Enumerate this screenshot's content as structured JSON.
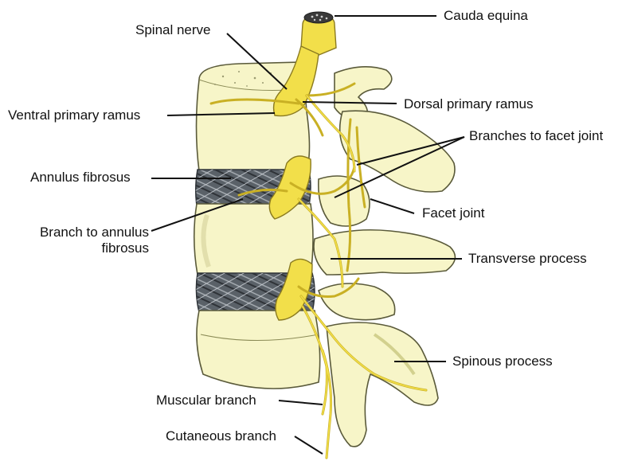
{
  "labels": {
    "cauda_equina": "Cauda equina",
    "spinal_nerve": "Spinal nerve",
    "ventral_primary_ramus": "Ventral primary ramus",
    "dorsal_primary_ramus": "Dorsal primary ramus",
    "branches_to_facet_joint": "Branches to facet joint",
    "annulus_fibrosus": "Annulus fibrosus",
    "facet_joint": "Facet joint",
    "branch_to_annulus_fibrosus": "Branch to annulus fibrosus",
    "transverse_process": "Transverse process",
    "spinous_process": "Spinous process",
    "muscular_branch": "Muscular branch",
    "cutaneous_branch": "Cutaneous branch"
  },
  "colors": {
    "bone": "#F7F5C8",
    "bone_shadow": "#E4E39A",
    "nerve": "#F2DF4A",
    "nerve_dark": "#C9B024",
    "disc": "#4E555C",
    "outline": "#5A5A3A",
    "leader_line": "#111111"
  }
}
